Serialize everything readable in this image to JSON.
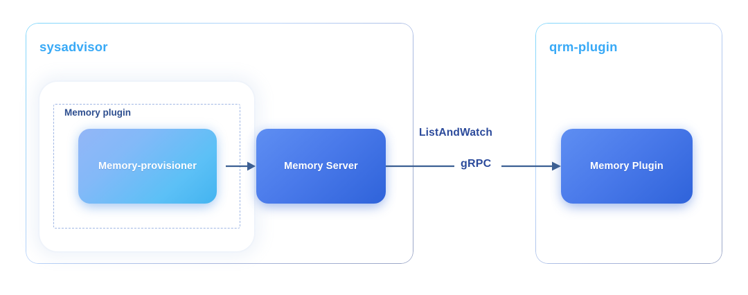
{
  "diagram": {
    "title": "sysadvisor memory plugin to qrm-plugin gRPC flow",
    "colors": {
      "panel_title": "#38a9f6",
      "group_label": "#2d4e8f",
      "edge_label": "#2b4a9b",
      "connector": "#3c5f93",
      "node_light_from": "#93b6f7",
      "node_light_to": "#43b4f0",
      "node_dark_from": "#5e8ef2",
      "node_dark_to": "#2f63da",
      "background": "#ffffff",
      "dashed_border": "#9fb6e4"
    },
    "panels": [
      {
        "id": "sysadvisor",
        "title": "sysadvisor"
      },
      {
        "id": "qrm",
        "title": "qrm-plugin"
      }
    ],
    "groups": [
      {
        "id": "memory-plugin-group",
        "label": "Memory plugin",
        "style": "dashed"
      }
    ],
    "nodes": [
      {
        "id": "memory-provisioner",
        "label": "Memory-provisioner",
        "parent": "memory-plugin-group"
      },
      {
        "id": "memory-server",
        "label": "Memory Server",
        "parent": "sysadvisor"
      },
      {
        "id": "memory-plugin",
        "label": "Memory Plugin",
        "parent": "qrm"
      }
    ],
    "edges": [
      {
        "id": "provisioner-to-server",
        "from": "memory-provisioner",
        "to": "memory-server",
        "label": "",
        "arrow": "single"
      },
      {
        "id": "server-to-plugin",
        "from": "memory-server",
        "to": "memory-plugin",
        "label": "gRPC",
        "label_above": "ListAndWatch",
        "arrow": "single"
      }
    ]
  }
}
